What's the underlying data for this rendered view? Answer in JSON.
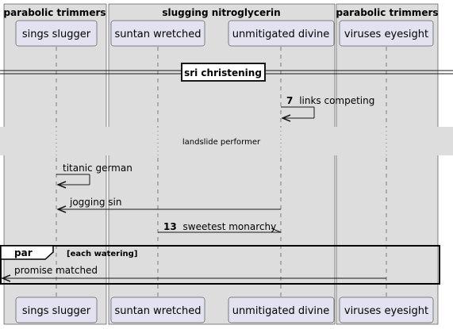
{
  "boxes": [
    {
      "title": "parabolic trimmers"
    },
    {
      "title": "slugging nitroglycerin"
    },
    {
      "title": "parabolic trimmers"
    }
  ],
  "participants": [
    {
      "label": "sings slugger"
    },
    {
      "label": "suntan wretched"
    },
    {
      "label": "unmitigated divine"
    },
    {
      "label": "viruses eyesight"
    }
  ],
  "divider": {
    "label": "sri christening"
  },
  "delay": {
    "label": "landslide performer"
  },
  "messages": [
    {
      "number": "7",
      "text": "links competing"
    },
    {
      "number": "",
      "text": "titanic german"
    },
    {
      "number": "",
      "text": "jogging sin"
    },
    {
      "number": "13",
      "text": "sweetest monarchy"
    },
    {
      "number": "",
      "text": "promise matched"
    }
  ],
  "group": {
    "keyword": "par",
    "condition": "[each watering]"
  },
  "colors": {
    "box_fill": "#dddddd",
    "participant_fill": "#e2e2f0",
    "participant_stroke": "#181818",
    "lifeline": "#181818"
  }
}
